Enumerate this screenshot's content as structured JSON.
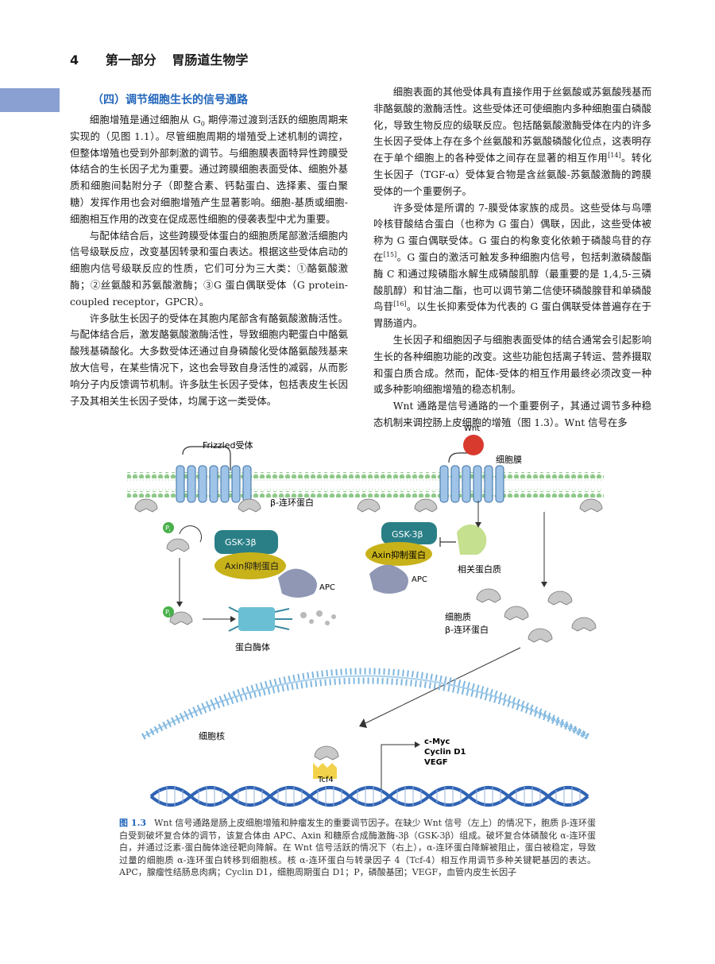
{
  "header": {
    "page_number": "4",
    "part": "第一部分",
    "title": "胃肠道生物学"
  },
  "section": {
    "title": "（四）调节细胞生长的信号通路"
  },
  "left_paragraphs": [
    [
      "细胞增殖是通过细胞从 G",
      "0",
      " 期停滞过渡到活跃的细胞周期来实现的（见图 1.1）。尽管细胞周期的增殖受上述机制的调控，但整体增殖也受到外部刺激的调节。与细胞膜表面特异性跨膜受体结合的生长因子尤为重要。通过跨膜细胞表面受体、细胞外基质和细胞间黏附分子（即整合素、钙黏蛋白、选择素、蛋白聚糖）发挥作用也会对细胞增殖产生显著影响。细胞-基质或细胞-细胞相互作用的改变在促成恶性细胞的侵袭表型中尤为重要。"
    ],
    "与配体结合后，这些跨膜受体蛋白的细胞质尾部激活细胞内信号级联反应，改变基因转录和蛋白表达。根据这些受体启动的细胞内信号级联反应的性质，它们可分为三大类：①酪氨酸激酶；②丝氨酸和苏氨酸激酶；③G 蛋白偶联受体（G protein-coupled receptor，GPCR）。",
    "许多肽生长因子的受体在其胞内尾部含有酪氨酸激酶活性。与配体结合后，激发酪氨酸激酶活性，导致细胞内靶蛋白中酪氨酸残基磷酸化。大多数受体还通过自身磷酸化受体酪氨酸残基来放大信号，在某些情况下，这也会导致自身活性的减弱，从而影响分子内反馈调节机制。许多肽生长因子受体，包括表皮生长因子及其相关生长因子受体，均属于这一类受体。"
  ],
  "right_paragraphs": [
    [
      "细胞表面的其他受体具有直接作用于丝氨酸或苏氨酸残基而非酪氨酸的激酶活性。这些受体还可使细胞内多种细胞蛋白磷酸化，导致生物反应的级联反应。包括酪氨酸激酶受体在内的许多生长因子受体上存在多个丝氨酸和苏氨酸磷酸化位点，这表明存在于单个细胞上的各种受体之间存在显著的相互作用",
      "[14]",
      "。转化生长因子（TGF-α）受体复合物是含丝氨酸-苏氨酸激酶的跨膜受体的一个重要例子。"
    ],
    [
      "许多受体是所谓的 7-膜受体家族的成员。这些受体与鸟嘌呤核苷酸结合蛋白（也称为 G 蛋白）偶联，因此，这些受体被称为 G 蛋白偶联受体。G 蛋白的构象变化依赖于磷酸鸟苷的存在",
      "[15]",
      "。G 蛋白的激活可触发多种细胞内信号，包括刺激磷酸酯酶 C 和通过羧磷脂水解生成磷酸肌醇（最重要的是 1,4,5-三磷酸肌醇）和甘油二酯，也可以调节第二信使环磷酸腺苷和单磷酸鸟苷",
      "[16]",
      "。以生长抑素受体为代表的 G 蛋白偶联受体普遍存在于胃肠道内。"
    ],
    "生长因子和细胞因子与细胞表面受体的结合通常会引起影响生长的各种细胞功能的改变。这些功能包括离子转运、营养摄取和蛋白质合成。然而，配体-受体的相互作用最终必须改变一种或多种影响细胞增殖的稳态机制。",
    "Wnt 通路是信号通路的一个重要例子，其通过调节多种稳态机制来调控肠上皮细胞的增殖（图 1.3）。Wnt 信号在多"
  ],
  "figure": {
    "labels": {
      "frizzled": "Frizzled受体",
      "wnt": "Wnt",
      "membrane": "细胞膜",
      "beta_catenin_membrane": "β-连环蛋白",
      "p1": "P",
      "p1_sub": "i",
      "p2": "P",
      "p2_sub": "i",
      "gsk_left": "GSK-3β",
      "axin_left": "Axin抑制蛋白",
      "apc_left": "APC",
      "gsk_right": "GSK-3β",
      "axin_right": "Axin抑制蛋白",
      "apc_right": "APC",
      "related_protein": "相关蛋白质",
      "proteasome": "蛋白酶体",
      "cytoplasm_line1": "细胞质",
      "cytoplasm_line2": "β-连环蛋白",
      "nucleus": "细胞核",
      "tcf4": "Tcf4",
      "target1": "c-Myc",
      "target2": "Cyclin D1",
      "target3": "VEGF"
    },
    "colors": {
      "membrane_head": "#8fc98a",
      "receptor": "#9fc4e8",
      "gsk": "#2a7f86",
      "axin": "#c8b21a",
      "apc": "#8f97b5",
      "wnt": "#d83a2e",
      "related": "#c5e08f",
      "nucleus_head": "#7fb6de",
      "dna": "#2f63b4",
      "tcf4": "#f3d24b",
      "proteasome": "#6bbfd4"
    }
  },
  "caption": {
    "label": "图 1.3",
    "text": "Wnt 信号通路是肠上皮细胞增殖和肿瘤发生的重要调节因子。在缺少 Wnt 信号（左上）的情况下，胞质 β-连环蛋白受到破坏复合体的调节，该复合体由 APC、Axin 和糖原合成酶激酶-3β（GSK-3β）组成。破坏复合体磷酸化 α-连环蛋白，并通过泛素-蛋白酶体途径靶向降解。在 Wnt 信号活跃的情况下（右上），α-连环蛋白降解被阻止，蛋白被稳定，导致过量的细胞质 α-连环蛋白转移到细胞核。核 α-连环蛋白与转录因子 4（Tcf-4）相互作用调节多种关键靶基因的表达。APC，腺瘤性结肠息肉病；Cyclin D1，细胞周期蛋白 D1；P，磷酸基团；VEGF，血管内皮生长因子"
  }
}
